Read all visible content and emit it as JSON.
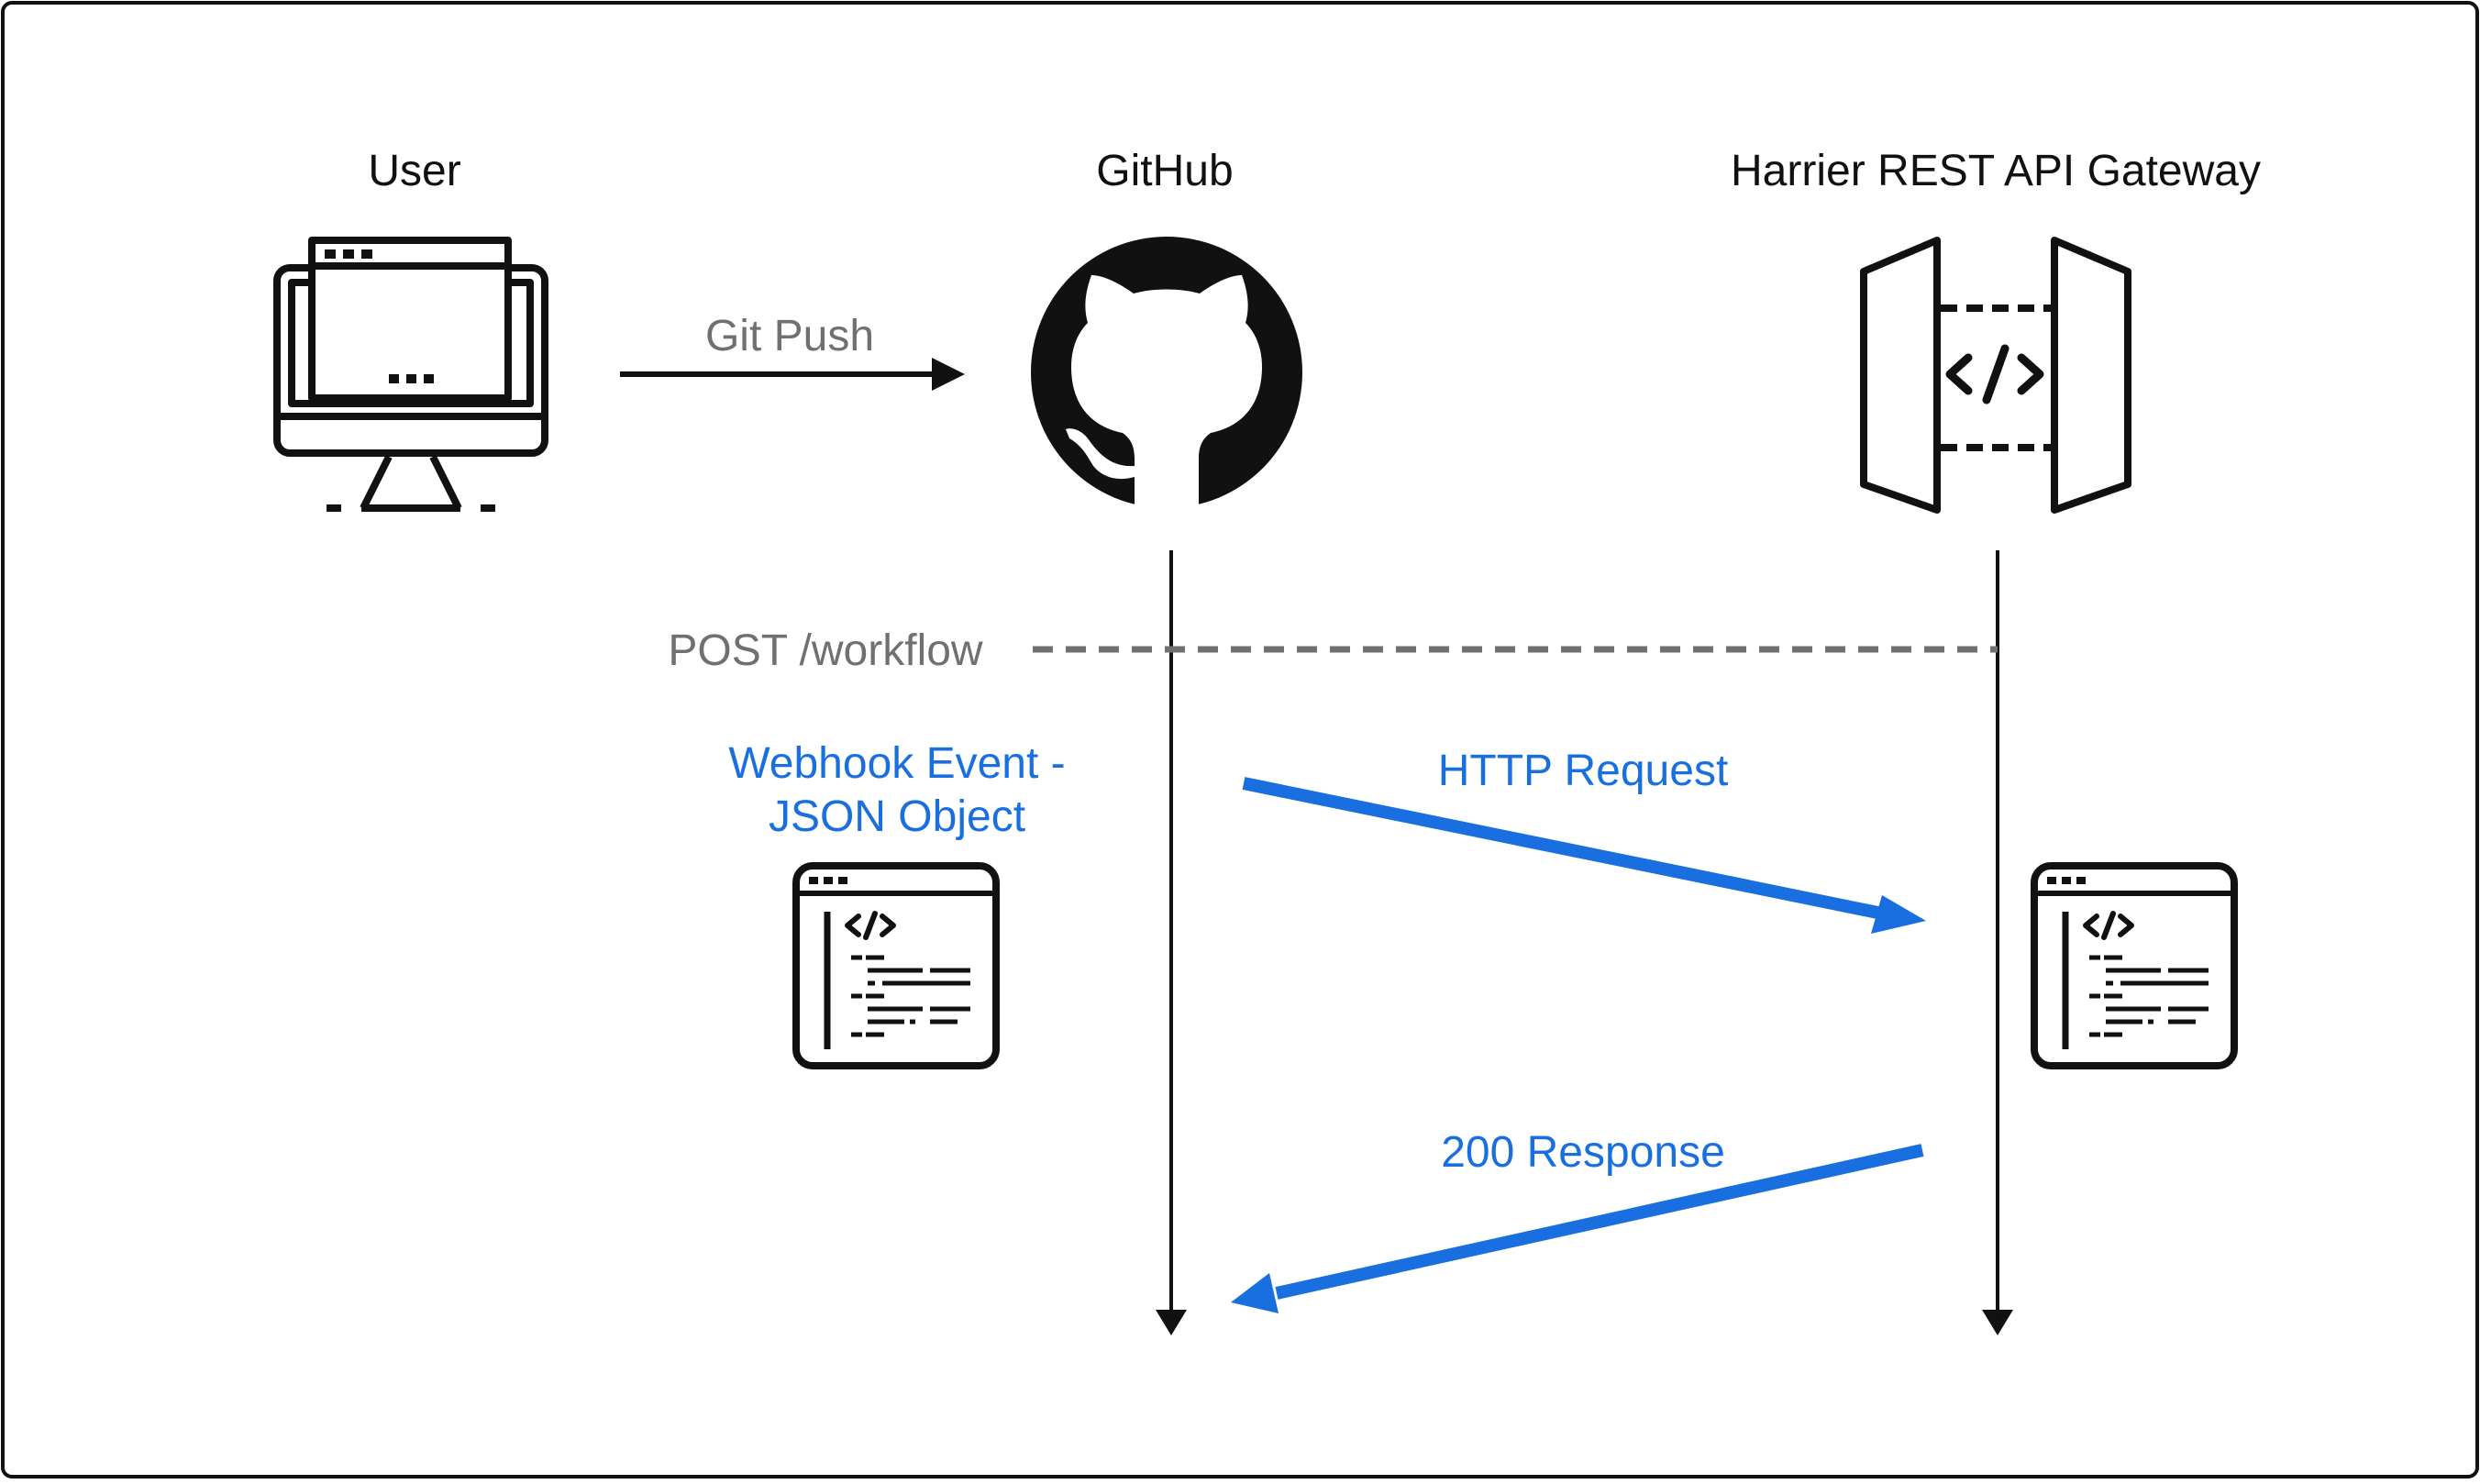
{
  "actors": {
    "user": {
      "title": "User",
      "icon": "desktop-monitor-icon"
    },
    "github": {
      "title": "GitHub",
      "icon": "github-octocat-icon"
    },
    "gateway": {
      "title": "Harrier REST API Gateway",
      "icon": "api-gateway-icon"
    }
  },
  "messages": {
    "git_push": "Git Push",
    "post_workflow": "POST /workflow",
    "webhook_line1": "Webhook Event -",
    "webhook_line2": "JSON Object",
    "http_request": "HTTP Request",
    "response_200": "200 Response"
  },
  "icons": {
    "payload_left": "code-window-icon",
    "payload_right": "code-window-icon"
  },
  "colors": {
    "accent_blue": "#1a6fe0",
    "gray_text": "#707070",
    "dashed_gray": "#707070",
    "ink": "#111111"
  }
}
